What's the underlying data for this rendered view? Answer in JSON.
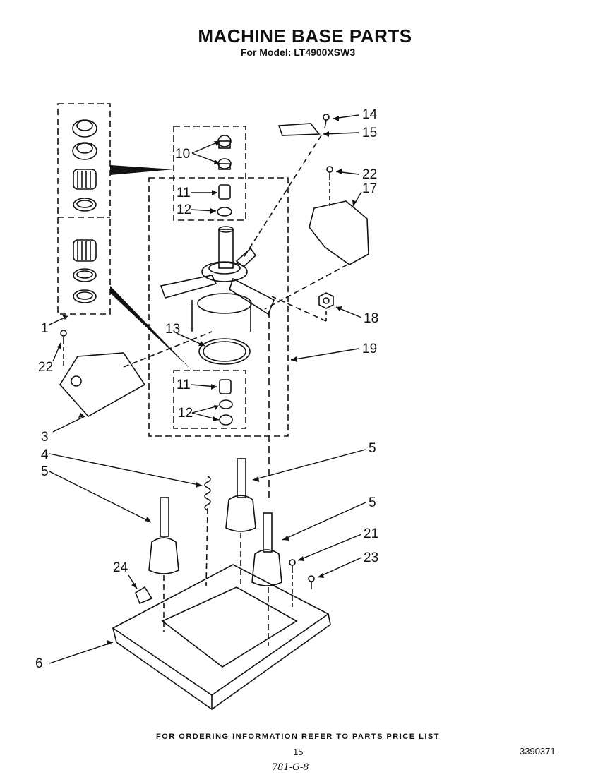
{
  "title": "MACHINE BASE PARTS",
  "subtitle": "For Model: LT4900XSW3",
  "callouts": [
    {
      "id": "c14",
      "label": "14"
    },
    {
      "id": "c15",
      "label": "15"
    },
    {
      "id": "c10",
      "label": "10"
    },
    {
      "id": "c22a",
      "label": "22"
    },
    {
      "id": "c17",
      "label": "17"
    },
    {
      "id": "c11a",
      "label": "11"
    },
    {
      "id": "c12a",
      "label": "12"
    },
    {
      "id": "c18",
      "label": "18"
    },
    {
      "id": "c1",
      "label": "1"
    },
    {
      "id": "c13",
      "label": "13"
    },
    {
      "id": "c19",
      "label": "19"
    },
    {
      "id": "c22b",
      "label": "22"
    },
    {
      "id": "c11b",
      "label": "11"
    },
    {
      "id": "c12b",
      "label": "12"
    },
    {
      "id": "c3",
      "label": "3"
    },
    {
      "id": "c4",
      "label": "4"
    },
    {
      "id": "c5a",
      "label": "5"
    },
    {
      "id": "c5b",
      "label": "5"
    },
    {
      "id": "c5c",
      "label": "5"
    },
    {
      "id": "c21",
      "label": "21"
    },
    {
      "id": "c23",
      "label": "23"
    },
    {
      "id": "c24",
      "label": "24"
    },
    {
      "id": "c6",
      "label": "6"
    }
  ],
  "footer": "FOR ORDERING INFORMATION REFER TO PARTS PRICE LIST",
  "page_number": "15",
  "doc_number": "3390371",
  "handwritten_note": "781-G-8"
}
